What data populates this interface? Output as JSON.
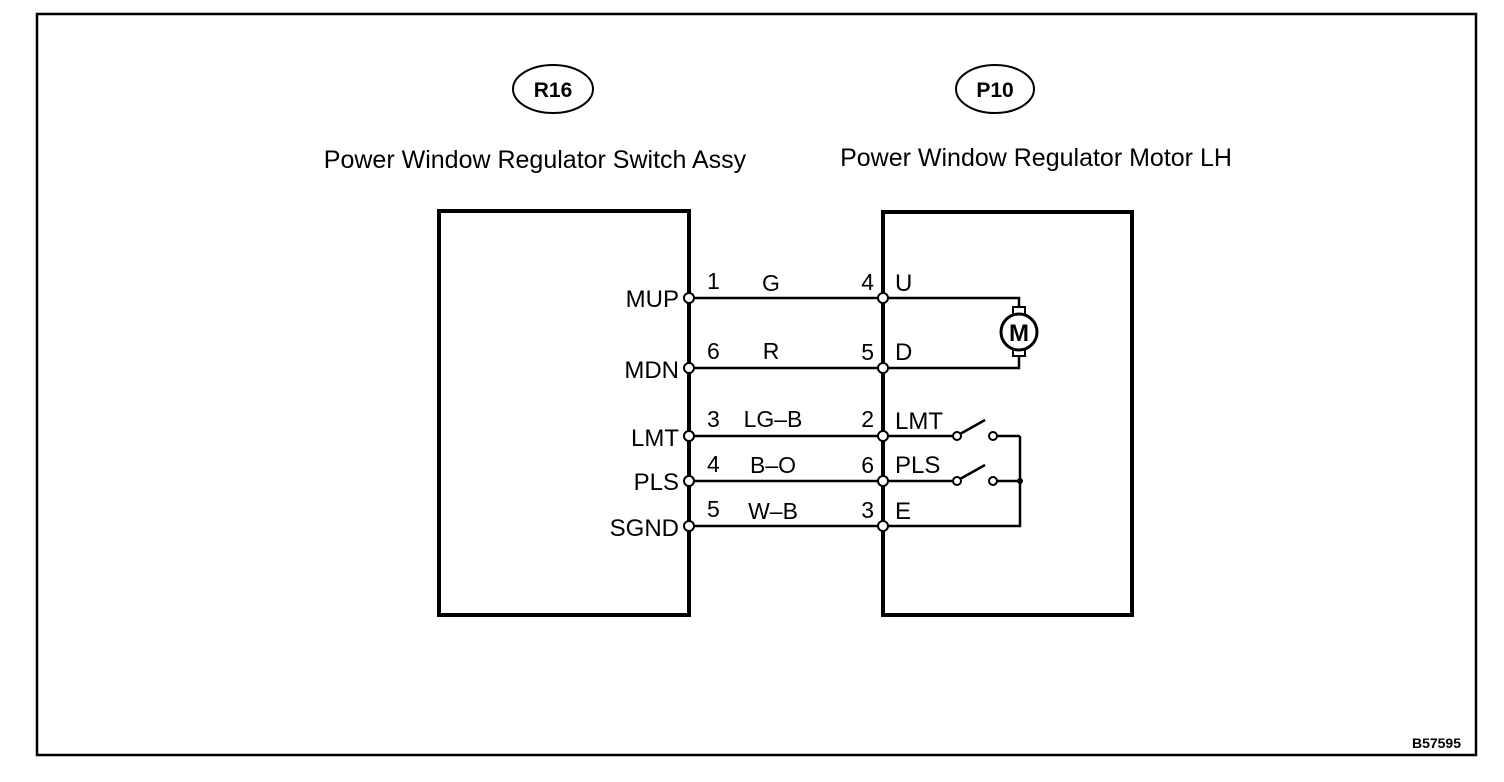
{
  "connectors": {
    "left": {
      "id": "R16",
      "title": "Power Window Regulator Switch Assy"
    },
    "right": {
      "id": "P10",
      "title": "Power Window Regulator Motor LH"
    }
  },
  "wires": [
    {
      "left_pin": "MUP",
      "left_no": "1",
      "color": "G",
      "right_no": "4",
      "right_pin": "U"
    },
    {
      "left_pin": "MDN",
      "left_no": "6",
      "color": "R",
      "right_no": "5",
      "right_pin": "D"
    },
    {
      "left_pin": "LMT",
      "left_no": "3",
      "color": "LG–B",
      "right_no": "2",
      "right_pin": "LMT"
    },
    {
      "left_pin": "PLS",
      "left_no": "4",
      "color": "B–O",
      "right_no": "6",
      "right_pin": "PLS"
    },
    {
      "left_pin": "SGND",
      "left_no": "5",
      "color": "W–B",
      "right_no": "3",
      "right_pin": "E"
    }
  ],
  "motor_label": "M",
  "figure_code": "B57595"
}
